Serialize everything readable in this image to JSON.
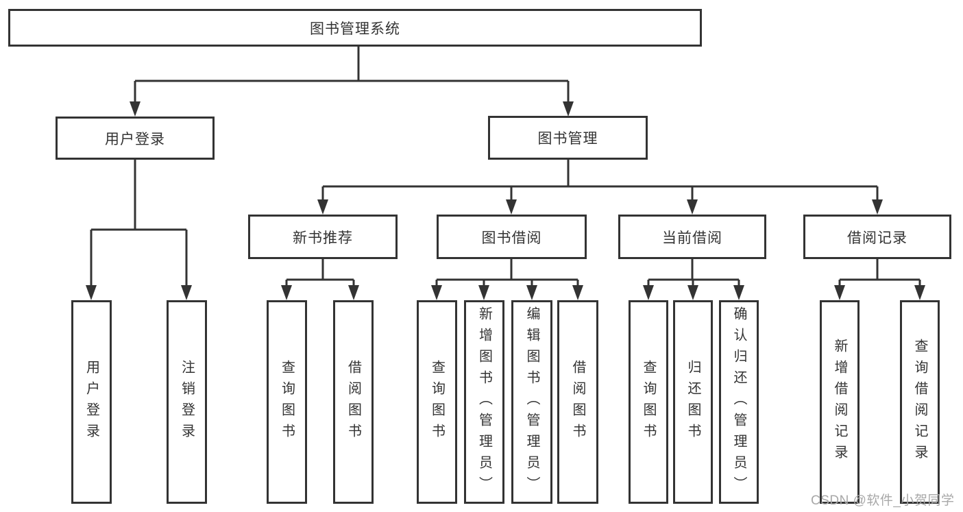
{
  "diagram": {
    "root": {
      "label": "图书管理系统"
    },
    "branches": [
      {
        "label": "用户登录",
        "children": [
          {
            "label": "用户登录"
          },
          {
            "label": "注销登录"
          }
        ]
      },
      {
        "label": "图书管理",
        "children": [
          {
            "label": "新书推荐",
            "children": [
              {
                "label": "查询图书"
              },
              {
                "label": "借阅图书"
              }
            ]
          },
          {
            "label": "图书借阅",
            "children": [
              {
                "label": "查询图书"
              },
              {
                "label": "新增图书（管理员）"
              },
              {
                "label": "编辑图书（管理员）"
              },
              {
                "label": "借阅图书"
              }
            ]
          },
          {
            "label": "当前借阅",
            "children": [
              {
                "label": "查询图书"
              },
              {
                "label": "归还图书"
              },
              {
                "label": "确认归还（管理员）"
              }
            ]
          },
          {
            "label": "借阅记录",
            "children": [
              {
                "label": "新增借阅记录"
              },
              {
                "label": "查询借阅记录"
              }
            ]
          }
        ]
      }
    ]
  },
  "watermark": {
    "text": "CSDN @软件_小贺同学"
  },
  "colors": {
    "line": "#333333",
    "text": "#333333",
    "box_background": "#ffffff",
    "watermark": "#a8a8a8"
  }
}
